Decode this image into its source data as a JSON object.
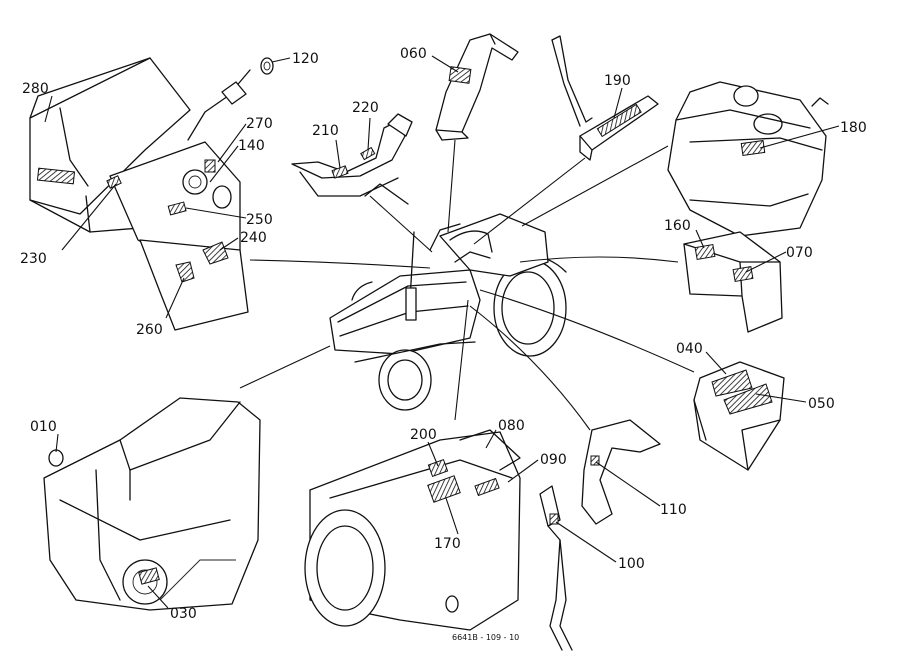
{
  "callouts": {
    "c010": "010",
    "c030": "030",
    "c040": "040",
    "c050": "050",
    "c060": "060",
    "c070": "070",
    "c080": "080",
    "c090": "090",
    "c100": "100",
    "c110": "110",
    "c120": "120",
    "c140": "140",
    "c160": "160",
    "c170": "170",
    "c180": "180",
    "c190": "190",
    "c200": "200",
    "c210": "210",
    "c220": "220",
    "c230": "230",
    "c240": "240",
    "c250": "250",
    "c260": "260",
    "c270": "270",
    "c280": "280"
  },
  "drawing_code": "6641B - 109 - 10"
}
